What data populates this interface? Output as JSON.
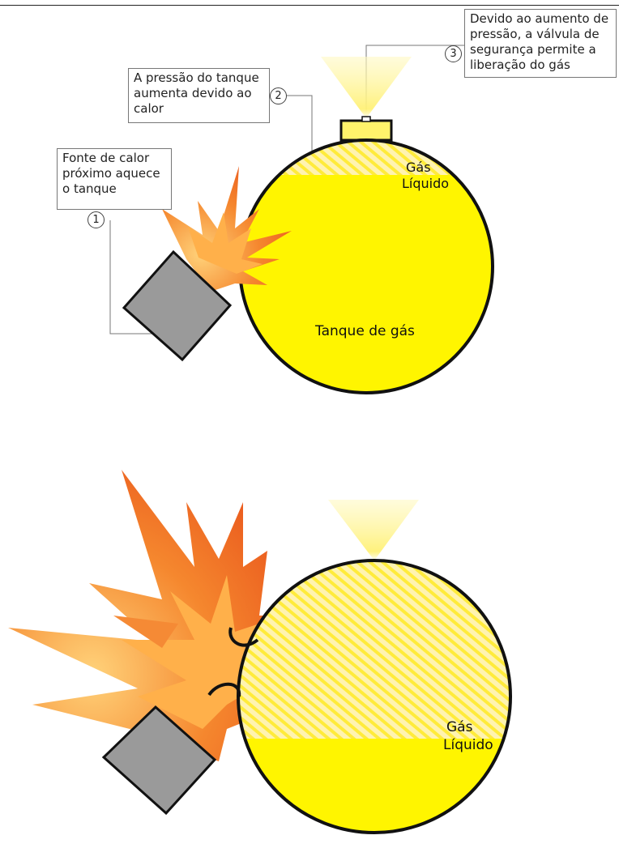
{
  "top": {
    "callout_1": "Fonte de calor\npróximo aquece\no tanque",
    "callout_2": "A pressão do tanque\naumenta devido ao\ncalor",
    "callout_3": "Devido ao aumento de\npressão, a válvula de\nsegurança permite a\nliberação do gás",
    "step_1": "1",
    "step_2": "2",
    "step_3": "3",
    "gas_label": "Gás",
    "liquid_label": "Líquido",
    "tank_label": "Tanque de gás"
  },
  "bottom": {
    "gas_label": "Gás",
    "liquid_label": "Líquido"
  },
  "colors": {
    "tank_fill": "#FFF500",
    "gas_hatch": "#FFFAB0",
    "outline": "#111111",
    "flame_outer": "#F26A1B",
    "flame_inner": "#FFB84D",
    "heat_block": "#9A9A9A",
    "vapor": "#FFF6A8"
  }
}
